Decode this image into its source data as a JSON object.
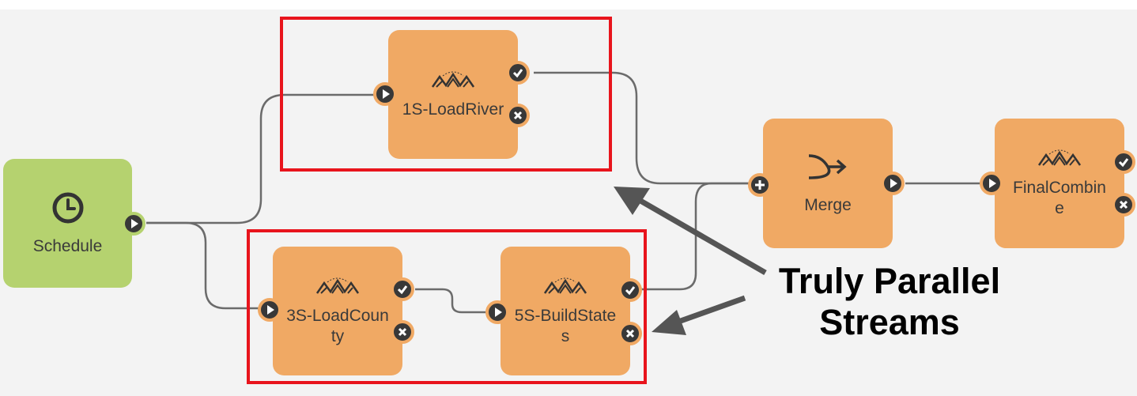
{
  "nodes": {
    "schedule": {
      "label": "Schedule",
      "icon": "clock-icon"
    },
    "load_river": {
      "label": "1S-LoadRiver",
      "icon": "fme-icon"
    },
    "load_county": {
      "label": "3S-LoadCounty",
      "icon": "fme-icon"
    },
    "build_states": {
      "label": "5S-BuildStates",
      "icon": "fme-icon"
    },
    "merge": {
      "label": "Merge",
      "icon": "merge-icon"
    },
    "final_combine": {
      "label": "FinalCombine",
      "icon": "fme-icon"
    }
  },
  "annotation": {
    "line1": "Truly Parallel",
    "line2": "Streams"
  },
  "colors": {
    "orange_node": "#f0a964",
    "green_node": "#b5d26f",
    "highlight": "#e8141c",
    "wire": "#6b6b6b",
    "arrow": "#555555"
  }
}
